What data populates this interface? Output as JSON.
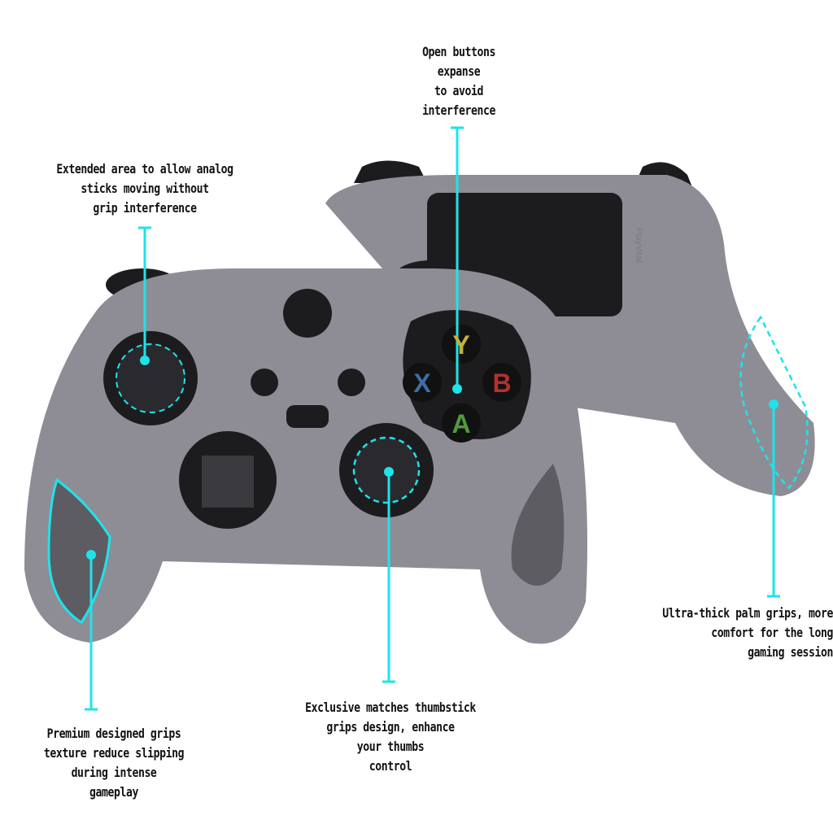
{
  "brand": {
    "logo": "PlayVital"
  },
  "buttons": {
    "y": "Y",
    "x": "X",
    "b": "B",
    "a": "A"
  },
  "colors": {
    "accent": "#1EE3EA",
    "cover": "#8E8D96",
    "dark": "#1C1C1F",
    "y": "#C4B23A",
    "x": "#3D6FA8",
    "b": "#B5302E",
    "a": "#4F9A3E"
  },
  "callouts": {
    "top": [
      "Open buttons",
      "expanse",
      "to avoid",
      "interference"
    ],
    "analog": [
      "Extended area to allow analog",
      "sticks moving without",
      "grip interference"
    ],
    "palm": [
      "Ultra-thick palm grips, more",
      "comfort for the long",
      "gaming session"
    ],
    "grips": [
      "Premium designed grips",
      "texture reduce slipping",
      "during intense",
      "gameplay"
    ],
    "thumbstick": [
      "Exclusive matches thumbstick",
      "grips design, enhance",
      "your thumbs",
      "control"
    ]
  }
}
